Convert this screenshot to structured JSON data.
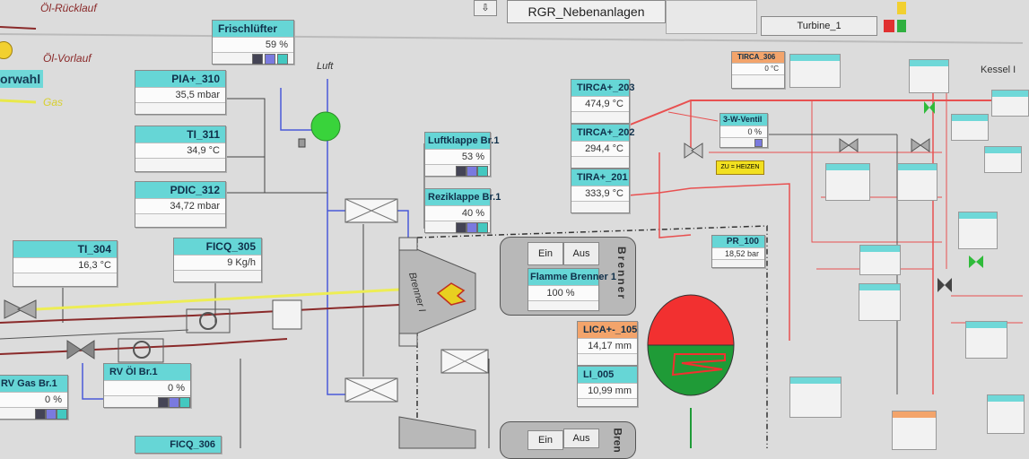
{
  "top_bar": {
    "title": "RGR_Nebenanlagen",
    "turbine_label": "Turbine_1",
    "arrow_glyph": "⇩"
  },
  "legend": {
    "return": "Öl-Rücklauf",
    "supply": "Öl-Vorlauf",
    "gas": "Gas",
    "preselect": "orwahl"
  },
  "labels": {
    "air": "Luft",
    "kessel": "Kessel I",
    "burner_vertical": "Brenner I",
    "burner_panel": "Brenner",
    "burner_panel_2": "Bren"
  },
  "buttons": {
    "on": "Ein",
    "off": "Aus"
  },
  "tags": {
    "frischluefter": {
      "name": "Frischlüfter",
      "value": "59 %"
    },
    "pia310": {
      "name": "PIA+_310",
      "value": "35,5 mbar"
    },
    "ti311": {
      "name": "TI_311",
      "value": "34,9 °C"
    },
    "pdic312": {
      "name": "PDIC_312",
      "value": "34,72 mbar"
    },
    "ti304": {
      "name": "TI_304",
      "value": "16,3 °C"
    },
    "ficq305": {
      "name": "FICQ_305",
      "value": "9 Kg/h"
    },
    "luftklappe": {
      "name": "Luftklappe Br.1",
      "value": "53 %"
    },
    "reziklappe": {
      "name": "Reziklappe Br.1",
      "value": "40 %"
    },
    "tirca203": {
      "name": "TIRCA+_203",
      "value": "474,9 °C"
    },
    "tirca202": {
      "name": "TIRCA+_202",
      "value": "294,4 °C"
    },
    "tira201": {
      "name": "TIRA+_201",
      "value": "333,9 °C"
    },
    "flamme": {
      "name": "Flamme Brenner 1",
      "value": "100 %"
    },
    "lica105": {
      "name": "LICA+-_105",
      "value": "14,17 mm"
    },
    "li005": {
      "name": "LI_005",
      "value": "10,99 mm"
    },
    "rvoel": {
      "name": "RV Öl Br.1",
      "value": "0 %"
    },
    "rvgas": {
      "name": "RV Gas Br.1",
      "value": "0 %"
    },
    "pi100": {
      "name": "PR_100",
      "value": "18,52 bar"
    },
    "wegeventil": {
      "name": "3-W-Ventil",
      "value": "0 %"
    },
    "tirca": {
      "name": "TIRCA_306",
      "value": "0 °C"
    },
    "ficq306": {
      "name": "FICQ_306",
      "value": ""
    }
  },
  "status_label": "ZU = HEIZEN",
  "colors": {
    "tag_header": "#66d6d6",
    "tag_header_alarm": "#f3a46b",
    "drum_top": "#f23030",
    "drum_bottom": "#1f9b37",
    "fan": "#39d33b",
    "pipe_hot": "#e24848",
    "pipe_oil": "#8a2a2a",
    "pipe_gas": "#e8e84a",
    "pipe_air": "#4a5ad8"
  }
}
